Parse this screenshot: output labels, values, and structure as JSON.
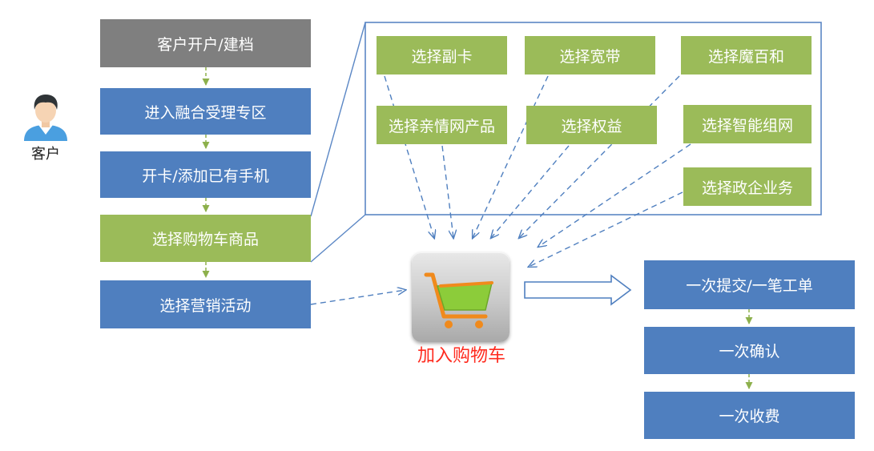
{
  "user": {
    "label": "客户"
  },
  "flow": [
    {
      "label": "客户开户/建档",
      "color": "gray"
    },
    {
      "label": "进入融合受理专区",
      "color": "blue"
    },
    {
      "label": "开卡/添加已有手机",
      "color": "blue"
    },
    {
      "label": "选择购物车商品",
      "color": "green"
    },
    {
      "label": "选择营销活动",
      "color": "blue"
    }
  ],
  "options": [
    "选择副卡",
    "选择宽带",
    "选择魔百和",
    "选择亲情网产品",
    "选择权益",
    "选择智能组网",
    "选择政企业务"
  ],
  "cart": {
    "label": "加入购物车",
    "label_color": "#ff2a1e",
    "icon": "shopping-cart-icon"
  },
  "outcomes": [
    "一次提交/一笔工单",
    "一次确认",
    "一次收费"
  ],
  "colors": {
    "gray": "#7f7f7f",
    "blue": "#4f7fbf",
    "green": "#9bbb59",
    "outline": "#5b87c5",
    "arrow_green": "#8db04c"
  }
}
